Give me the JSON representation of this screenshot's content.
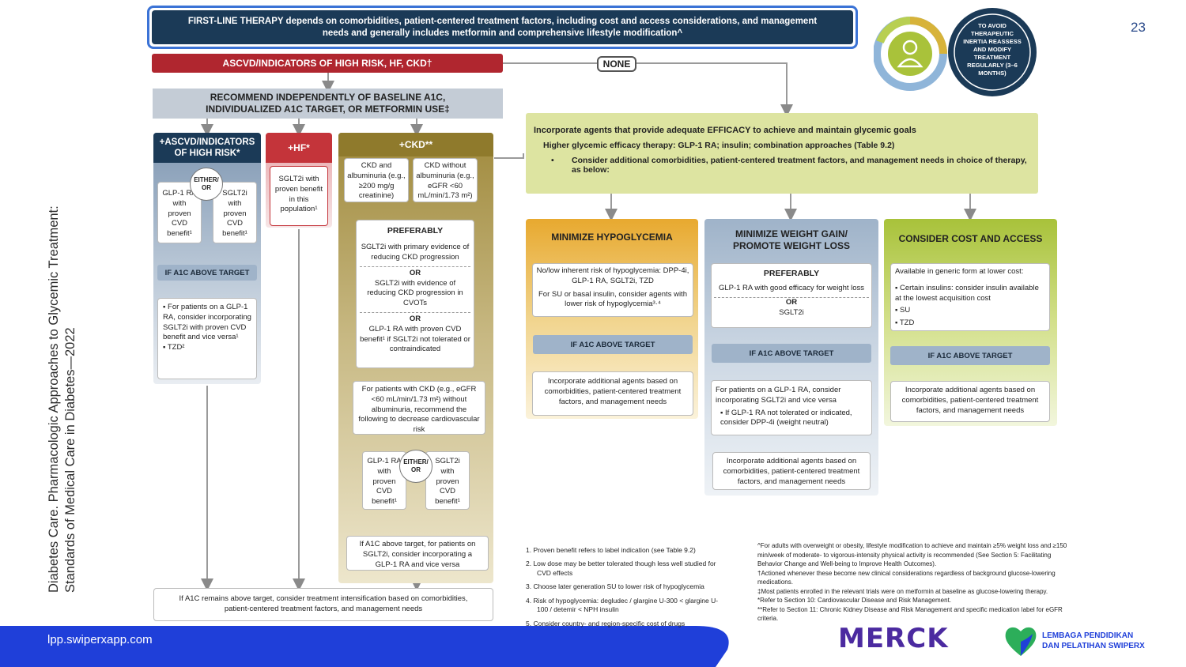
{
  "slide": {
    "page_number": "23",
    "side_title_line1": "Diabetes Care. Pharmacologic Approaches to Glycemic Treatment:",
    "side_title_line2": "Standards of Medical Care in Diabetes—2022",
    "footer_url": "lpp.swiperxapp.com",
    "merck_logo": "MERCK",
    "lembaga_line1": "LEMBAGA PENDIDIKAN",
    "lembaga_line2": "DAN PELATIHAN SWIPERX"
  },
  "colors": {
    "navy": "#1b3a57",
    "red": "#b0262f",
    "olive": "#8f7a2c",
    "hf_red": "#c4343a",
    "footer_blue": "#1f3fd9",
    "green_box": "#dde4a1",
    "orange": "#e8a92f",
    "bluegray": "#9fb3c9"
  },
  "top": {
    "first_line": "FIRST-LINE THERAPY depends on comorbidities, patient-centered treatment factors, including cost and access considerations, and management needs and generally includes metformin and comprehensive lifestyle modification^",
    "inertia": "TO AVOID THERAPEUTIC INERTIA REASSESS AND MODIFY TREATMENT REGULARLY (3–6 MONTHS)",
    "ascvd_bar": "ASCVD/INDICATORS OF HIGH RISK, HF, CKD†",
    "none": "NONE",
    "recommend": "RECOMMEND INDEPENDENTLY OF BASELINE A1C, INDIVIDUALIZED A1C TARGET, OR METFORMIN USE‡"
  },
  "ascvd_col": {
    "title": "+ASCVD/INDICATORS OF HIGH RISK*",
    "either": "EITHER/ OR",
    "left": "GLP-1 RA with proven CVD benefit¹",
    "right": "SGLT2i with proven CVD benefit¹",
    "if_above": "IF A1C ABOVE TARGET",
    "bullet1": "For patients on a GLP-1 RA, consider incorporating SGLT2i with proven CVD benefit and vice versa¹",
    "bullet2": "TZD²"
  },
  "hf_col": {
    "title": "+HF*",
    "text": "SGLT2i with proven benefit in this population¹"
  },
  "ckd_col": {
    "title": "+CKD**",
    "alb": "CKD and albuminuria (e.g., ≥200 mg/g creatinine)",
    "noalb": "CKD without albuminuria (e.g., eGFR <60 mL/min/1.73 m²)",
    "pref": "PREFERABLY",
    "p1": "SGLT2i with primary evidence of reducing CKD progression",
    "or": "OR",
    "p2": "SGLT2i with evidence of reducing CKD progression in CVOTs",
    "p3": "GLP-1 RA with proven CVD benefit¹ if SGLT2i not tolerated or contraindicated",
    "ckd_text": "For patients with CKD (e.g., eGFR <60 mL/min/1.73 m²) without albuminuria, recommend the following to decrease cardiovascular risk",
    "either": "EITHER/ OR",
    "left": "GLP-1 RA with proven CVD benefit¹",
    "right": "SGLT2i with proven CVD benefit¹",
    "bottom": "If A1C above target, for patients on SGLT2i, consider incorporating a GLP-1 RA and vice versa"
  },
  "bottom_box": "If A1C remains above target, consider treatment intensification based on comorbidities, patient-centered treatment factors, and management needs",
  "efficacy": {
    "line1": "Incorporate agents that provide adequate EFFICACY to achieve and maintain glycemic goals",
    "line2": "Higher glycemic efficacy therapy: GLP-1 RA; insulin; combination approaches (Table 9.2)",
    "line3": "Consider additional comorbidities, patient-centered treatment factors, and management needs in choice of therapy, as below:"
  },
  "hypo": {
    "title": "MINIMIZE HYPOGLYCEMIA",
    "t1": "No/low inherent risk of hypoglycemia: DPP-4i, GLP-1 RA, SGLT2i, TZD",
    "t2": "For SU or basal insulin, consider agents with lower risk of hypoglycemia³·⁴",
    "if_above": "IF A1C ABOVE TARGET",
    "t3": "Incorporate additional agents based on comorbidities, patient-centered treatment factors, and management needs"
  },
  "weight": {
    "title": "MINIMIZE WEIGHT GAIN/ PROMOTE WEIGHT LOSS",
    "pref": "PREFERABLY",
    "t1": "GLP-1 RA with good efficacy for weight loss",
    "or": "OR",
    "t2": "SGLT2i",
    "if_above": "IF A1C ABOVE TARGET",
    "t3": "For patients on a GLP-1 RA, consider incorporating SGLT2i and vice versa",
    "t4": "If GLP-1 RA not tolerated or indicated, consider DPP-4i (weight neutral)",
    "t5": "Incorporate additional agents based on comorbidities, patient-centered treatment factors, and management needs"
  },
  "cost": {
    "title": "CONSIDER COST AND ACCESS",
    "t1": "Available in generic form at lower cost:",
    "b1": "Certain insulins: consider insulin available at the lowest acquisition cost",
    "b2": "SU",
    "b3": "TZD",
    "if_above": "IF A1C ABOVE TARGET",
    "t2": "Incorporate additional agents based on comorbidities, patient-centered treatment factors, and management needs"
  },
  "footnotes_left": [
    "1.  Proven benefit refers to label indication (see Table 9.2)",
    "2.  Low dose may be better tolerated though less well studied for CVD effects",
    "3.  Choose later generation SU to lower risk of hypoglycemia",
    "4.  Risk of hypoglycemia: degludec / glargine U-300 < glargine U-100 / detemir < NPH insulin",
    "5.  Consider country- and region-specific cost of drugs"
  ],
  "footnotes_right": [
    "^For adults with overweight or obesity, lifestyle modification to achieve and maintain ≥5% weight loss and ≥150 min/week of moderate- to vigorous-intensity physical activity is recommended (See Section 5: Facilitating Behavior Change and Well-being to Improve Health Outcomes).",
    "†Actioned whenever these become new clinical considerations regardless of background glucose-lowering medications.",
    "‡Most patients enrolled in the relevant trials were on metformin at baseline as glucose-lowering therapy.",
    "*Refer to Section 10: Cardiovascular Disease and Risk Management.",
    "**Refer to Section 11: Chronic Kidney Disease and Risk Management and specific medication label for eGFR criteria."
  ]
}
